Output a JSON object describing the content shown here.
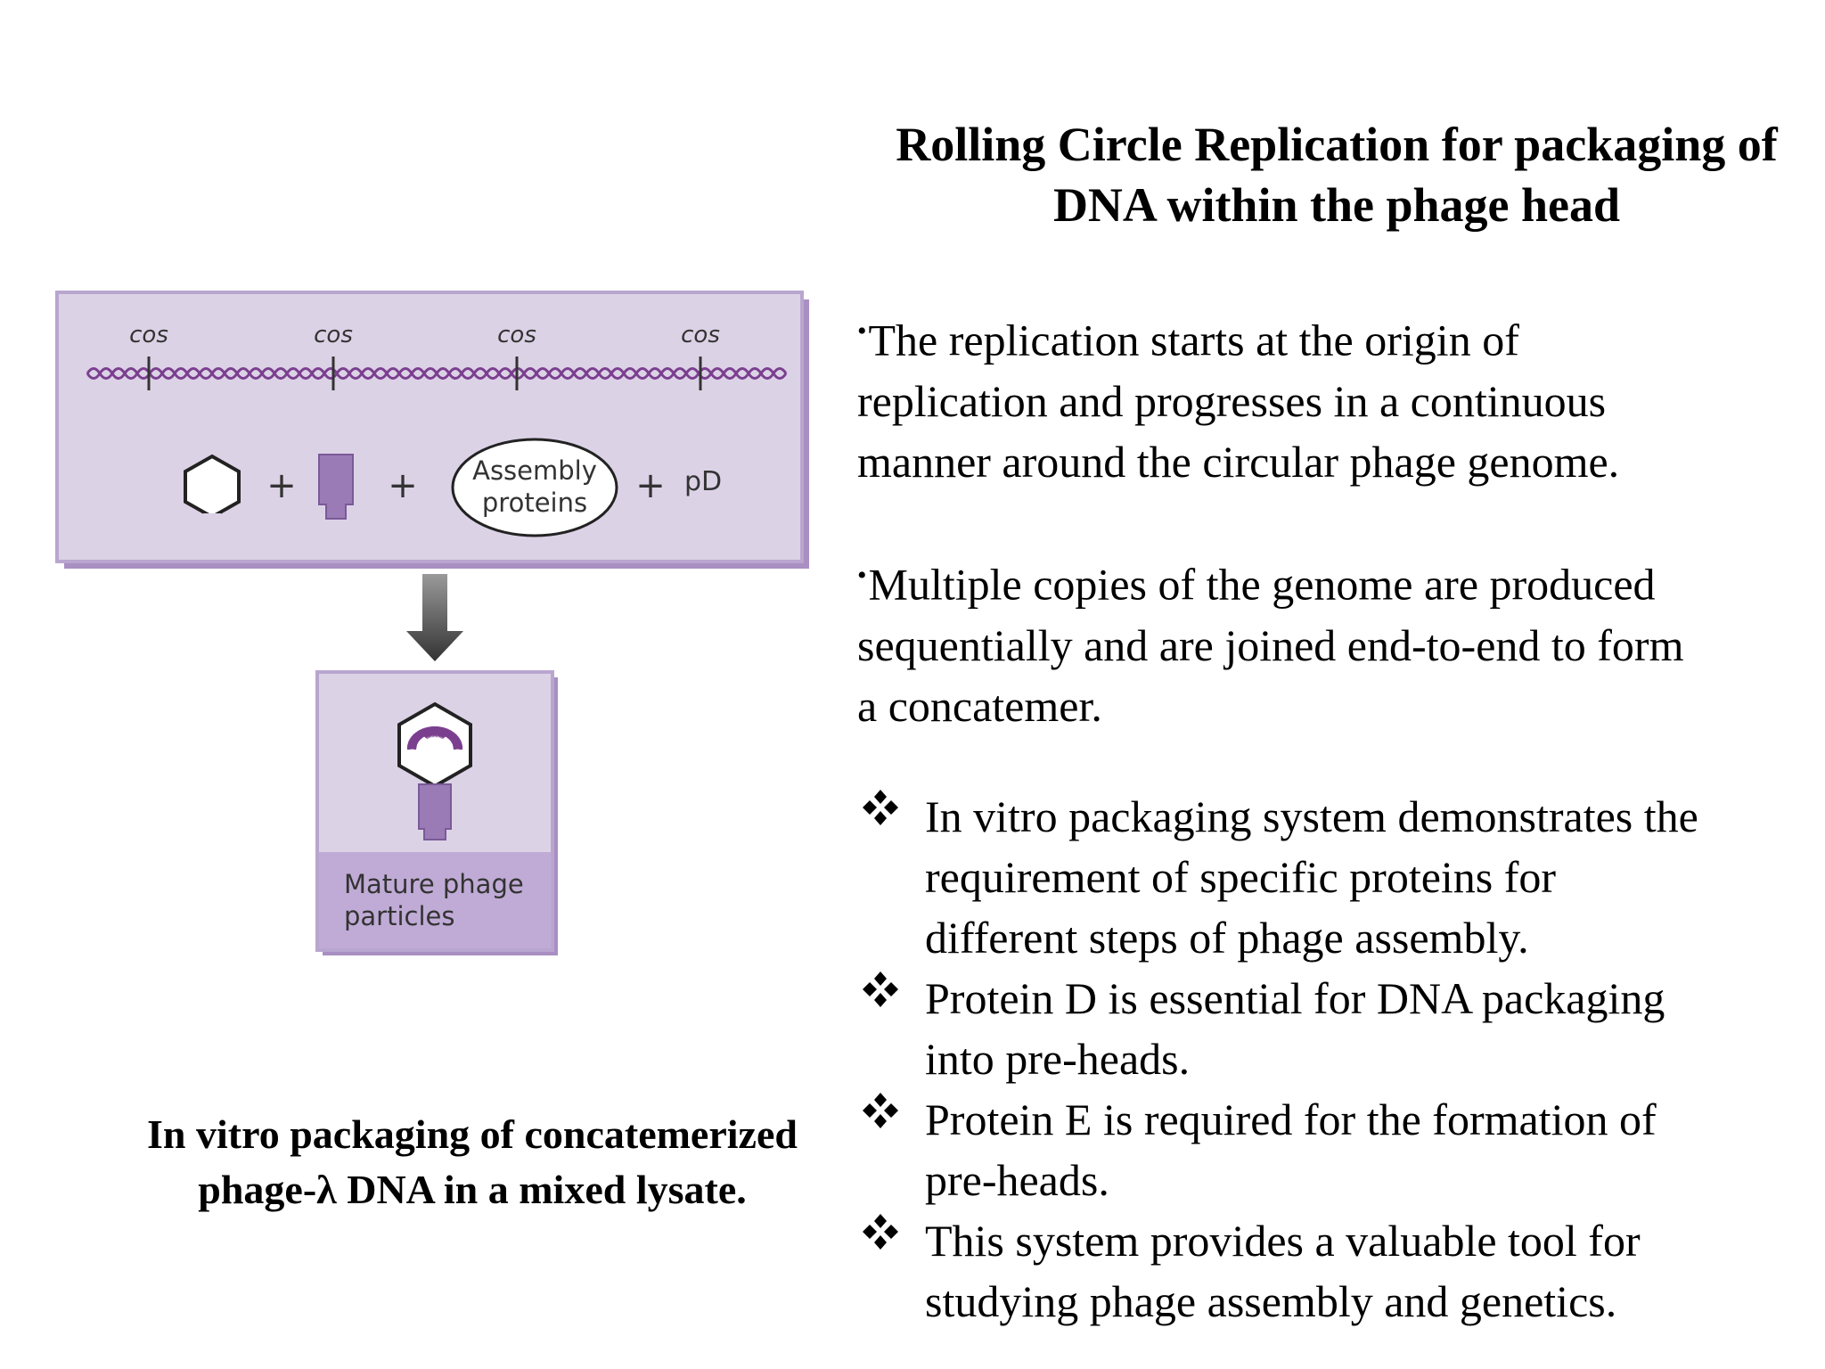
{
  "title": {
    "line1": "Rolling Circle Replication for packaging of",
    "line2": "DNA within the phage head"
  },
  "paragraphs": [
    {
      "bullet": "•",
      "lines": [
        "The replication starts at the origin of",
        "replication and progresses in a continuous",
        "manner around the circular phage genome."
      ]
    },
    {
      "bullet": "•",
      "lines": [
        "Multiple copies of the genome are produced",
        "sequentially and are joined end-to-end to form",
        "a concatemer."
      ]
    }
  ],
  "bullets": [
    {
      "lines": [
        "In vitro packaging system demonstrates the",
        "requirement of specific proteins for",
        "different steps of phage assembly."
      ]
    },
    {
      "lines": [
        "Protein D is essential for DNA packaging",
        "into pre-heads."
      ]
    },
    {
      "lines": [
        "Protein E is required for the formation of",
        "pre-heads."
      ]
    },
    {
      "lines": [
        "This system provides a valuable tool for",
        "studying phage assembly and genetics."
      ]
    }
  ],
  "diagram": {
    "cos_labels": [
      "cos",
      "cos",
      "cos",
      "cos"
    ],
    "plus": "+",
    "assembly_label": [
      "Assembly",
      "proteins"
    ],
    "pd_label": "pD",
    "mature_label": [
      "Mature phage",
      "particles"
    ],
    "colors": {
      "panel": "#dcd2e6",
      "panel_border": "#b9a6cf",
      "panel_shadow": "#a98fc2",
      "dna": "#7b3f8f",
      "tail": "#9b7bb5",
      "arrow": "#4a4a4a"
    }
  },
  "caption": {
    "line1": "In vitro packaging of concatemerized",
    "line2": "phage-λ DNA in a mixed lysate."
  }
}
